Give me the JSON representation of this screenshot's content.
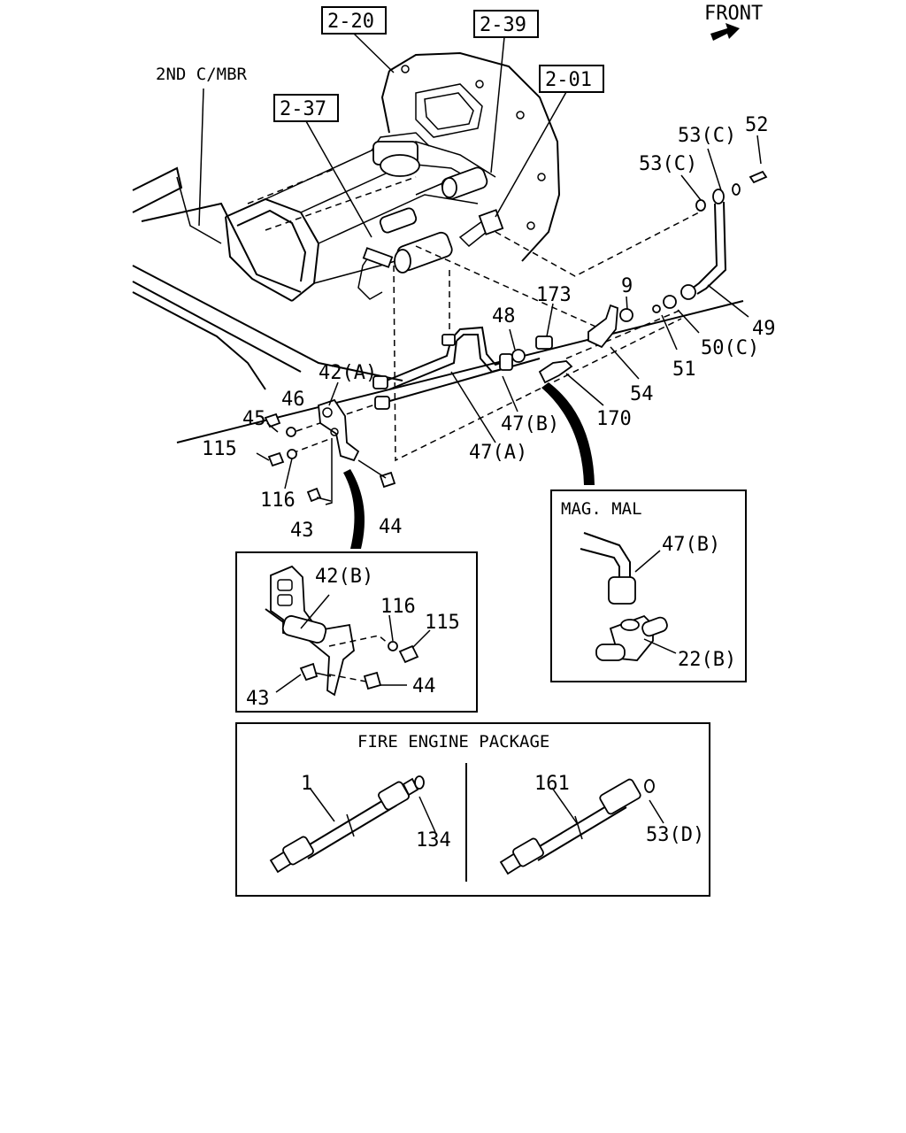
{
  "front_label": "FRONT",
  "refs": [
    "2-20",
    "2-39",
    "2-37",
    "2-01"
  ],
  "second_crossmember": "2ND C/MBR",
  "callouts": {
    "c53c_a": "53(C)",
    "c53c_b": "53(C)",
    "c52": "52",
    "c9": "9",
    "c173": "173",
    "c48": "48",
    "c49": "49",
    "c50c": "50(C)",
    "c51": "51",
    "c54": "54",
    "c170": "170",
    "c47b": "47(B)",
    "c47a": "47(A)",
    "c42a": "42(A)",
    "c46": "46",
    "c45": "45",
    "c115": "115",
    "c116": "116",
    "c43": "43",
    "c44": "44"
  },
  "inset_bracket": {
    "c42b": "42(B)",
    "c116": "116",
    "c115": "115",
    "c43": "43",
    "c44": "44"
  },
  "inset_mag": {
    "title": "MAG. MAL",
    "c47b": "47(B)",
    "c22b": "22(B)"
  },
  "inset_fire": {
    "title": "FIRE ENGINE PACKAGE",
    "c1": "1",
    "c134": "134",
    "c161": "161",
    "c53d": "53(D)"
  }
}
